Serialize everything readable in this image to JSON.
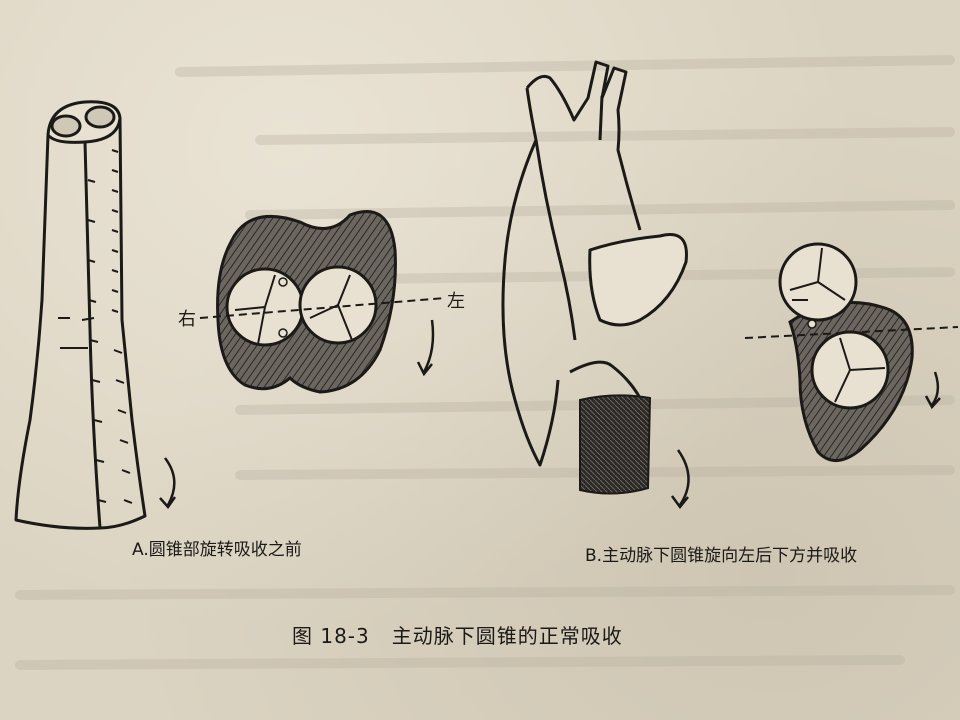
{
  "figure": {
    "number": "图 18-3",
    "title": "主动脉下圆锥的正常吸收"
  },
  "panel_a": {
    "caption": "A.圆锥部旋转吸收之前",
    "right_label": "右",
    "left_label": "左"
  },
  "panel_b": {
    "caption": "B.主动脉下圆锥旋向左后下方并吸收"
  },
  "colors": {
    "paper": "#dcd4c2",
    "ink": "#1c1a17",
    "shade": "#5a5550"
  }
}
